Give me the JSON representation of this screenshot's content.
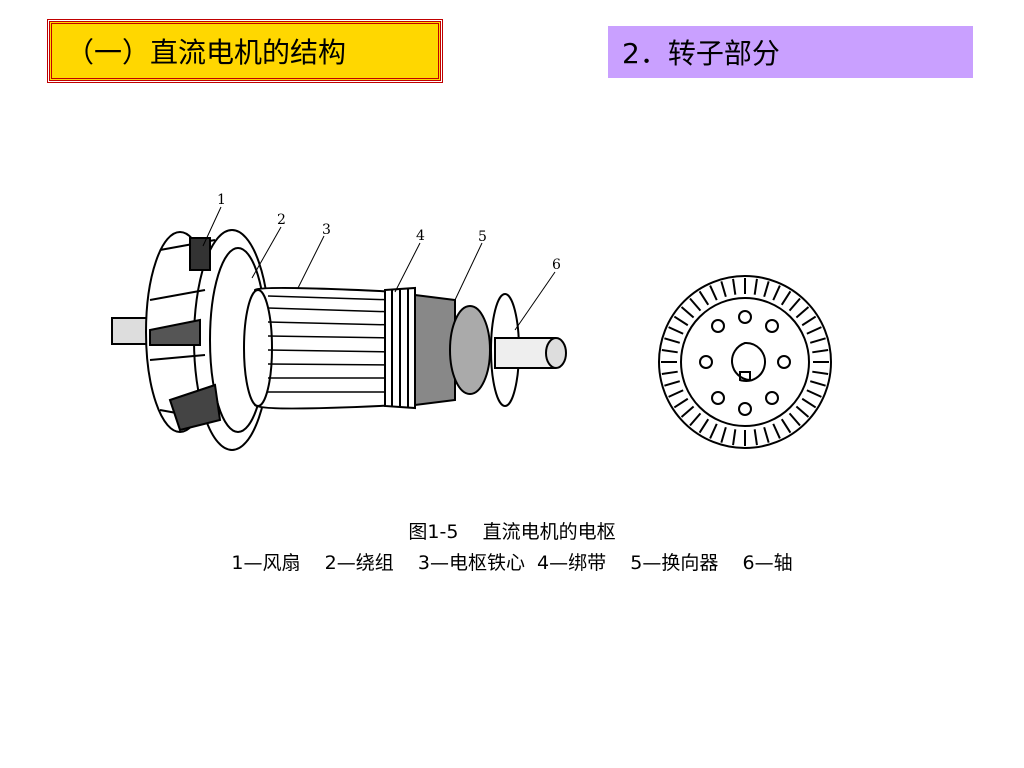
{
  "header": {
    "title": "（一）直流电机的结构"
  },
  "section": {
    "title": "2．转子部分"
  },
  "figure": {
    "callouts": [
      "1",
      "2",
      "3",
      "4",
      "5",
      "6"
    ],
    "caption_title": "图1-5    直流电机的电枢",
    "caption_legend": "1—风扇    2—绕组    3—电枢铁心  4—绑带    5—换向器    6—轴"
  }
}
